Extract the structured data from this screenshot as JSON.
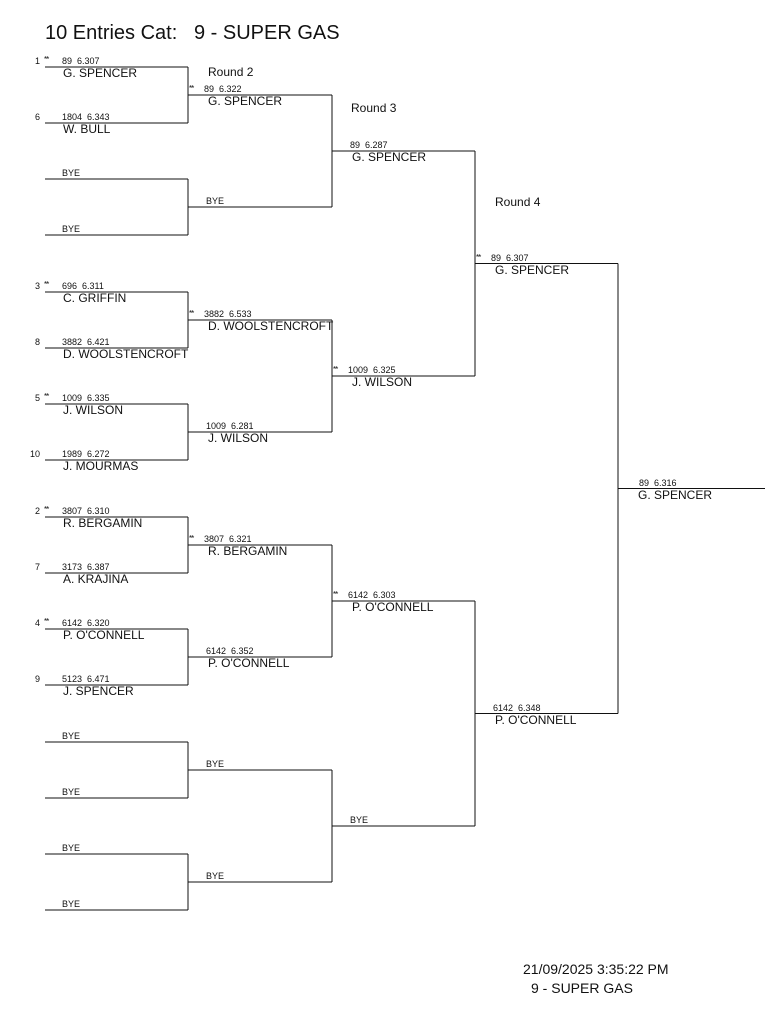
{
  "title": "10 Entries Cat:   9 - SUPER GAS",
  "rounds": {
    "r2": "Round 2",
    "r3": "Round 3",
    "r4": "Round 4"
  },
  "r1": [
    {
      "seed": "1",
      "star": "**",
      "info": "89  6.307",
      "name": "G. SPENCER"
    },
    {
      "seed": "6",
      "star": "",
      "info": "1804  6.343",
      "name": "W. BULL"
    },
    {
      "seed": "",
      "star": "",
      "info": "BYE",
      "name": ""
    },
    {
      "seed": "",
      "star": "",
      "info": "BYE",
      "name": ""
    },
    {
      "seed": "3",
      "star": "**",
      "info": "696  6.311",
      "name": "C. GRIFFIN"
    },
    {
      "seed": "8",
      "star": "",
      "info": "3882  6.421",
      "name": "D. WOOLSTENCROFT"
    },
    {
      "seed": "5",
      "star": "**",
      "info": "1009  6.335",
      "name": "J. WILSON"
    },
    {
      "seed": "10",
      "star": "",
      "info": "1989  6.272",
      "name": "J. MOURMAS"
    },
    {
      "seed": "2",
      "star": "**",
      "info": "3807  6.310",
      "name": "R. BERGAMIN"
    },
    {
      "seed": "7",
      "star": "",
      "info": "3173  6.387",
      "name": "A. KRAJINA"
    },
    {
      "seed": "4",
      "star": "**",
      "info": "6142  6.320",
      "name": "P. O'CONNELL"
    },
    {
      "seed": "9",
      "star": "",
      "info": "5123  6.471",
      "name": "J. SPENCER"
    },
    {
      "seed": "",
      "star": "",
      "info": "BYE",
      "name": ""
    },
    {
      "seed": "",
      "star": "",
      "info": "BYE",
      "name": ""
    },
    {
      "seed": "",
      "star": "",
      "info": "BYE",
      "name": ""
    },
    {
      "seed": "",
      "star": "",
      "info": "BYE",
      "name": ""
    }
  ],
  "r2": [
    {
      "star": "**",
      "info": "89  6.322",
      "name": "G. SPENCER"
    },
    {
      "star": "",
      "info": "BYE",
      "name": ""
    },
    {
      "star": "**",
      "info": "3882  6.533",
      "name": "D. WOOLSTENCROFT"
    },
    {
      "star": "",
      "info": "1009  6.281",
      "name": "J. WILSON"
    },
    {
      "star": "**",
      "info": "3807  6.321",
      "name": "R. BERGAMIN"
    },
    {
      "star": "",
      "info": "6142  6.352",
      "name": "P. O'CONNELL"
    },
    {
      "star": "",
      "info": "BYE",
      "name": ""
    },
    {
      "star": "",
      "info": "BYE",
      "name": ""
    }
  ],
  "r3": [
    {
      "star": "",
      "info": "89  6.287",
      "name": "G. SPENCER"
    },
    {
      "star": "**",
      "info": "1009  6.325",
      "name": "J. WILSON"
    },
    {
      "star": "**",
      "info": "6142  6.303",
      "name": "P. O'CONNELL"
    },
    {
      "star": "",
      "info": "BYE",
      "name": ""
    }
  ],
  "r4": [
    {
      "star": "**",
      "info": "89  6.307",
      "name": "G. SPENCER"
    },
    {
      "star": "",
      "info": "6142  6.348",
      "name": "P. O'CONNELL"
    }
  ],
  "final": {
    "star": "",
    "info": "89  6.316",
    "name": "G. SPENCER"
  },
  "footer": {
    "timestamp": "21/09/2025 3:35:22 PM",
    "category": "9 - SUPER GAS"
  }
}
